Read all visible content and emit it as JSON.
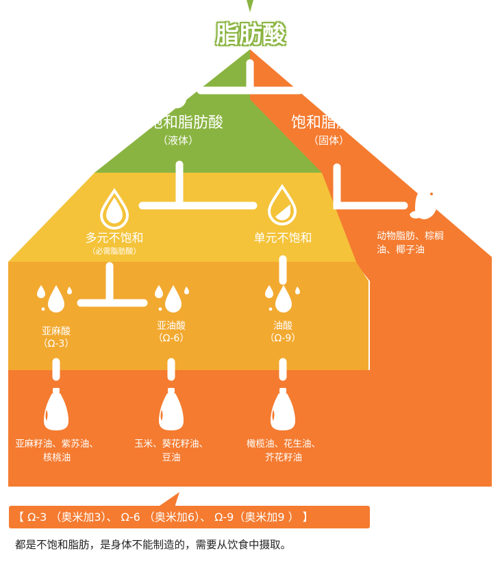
{
  "colors": {
    "green": "#8ab441",
    "orange": "#f47b30",
    "yellow": "#f4c33a",
    "amber": "#f2a930",
    "white": "#ffffff",
    "text_dark": "#222222"
  },
  "title": "脂肪酸",
  "unsaturated": {
    "title": "不饱和脂肪酸",
    "state": "（液体）",
    "icon": "droplet-outline-icon"
  },
  "saturated": {
    "title": "饱和脂肪酸",
    "state": "（固体）",
    "icon": "diamond-outline-icon",
    "source_icon": "bird-leaf-icon",
    "sources": [
      "动物脂肪、棕榈",
      "油、椰子油"
    ]
  },
  "polyunsaturated": {
    "title": "多元不饱和",
    "note": "（必需脂肪酸）",
    "icon": "droplet-full-icon"
  },
  "monounsaturated": {
    "title": "单元不饱和",
    "icon": "droplet-half-icon"
  },
  "acids": [
    {
      "name": "亚麻酸",
      "omega": "（Ω-3）",
      "oils": [
        "亚麻籽油、紫苏油、",
        "核桃油"
      ]
    },
    {
      "name": "亚油酸",
      "omega": "（Ω-6）",
      "oils": [
        "玉米、葵花籽油、",
        "豆油"
      ]
    },
    {
      "name": "油酸",
      "omega": "（Ω-9）",
      "oils": [
        "橄榄油、花生油、",
        "芥花籽油"
      ]
    }
  ],
  "callout": "【 Ω-3 （奥米加3）、 Ω-6 （奥米加6）、 Ω-9（奥米加9 ） 】",
  "note": "都是不饱和脂肪，是身体不能制造的，需要从饮食中摄取。"
}
